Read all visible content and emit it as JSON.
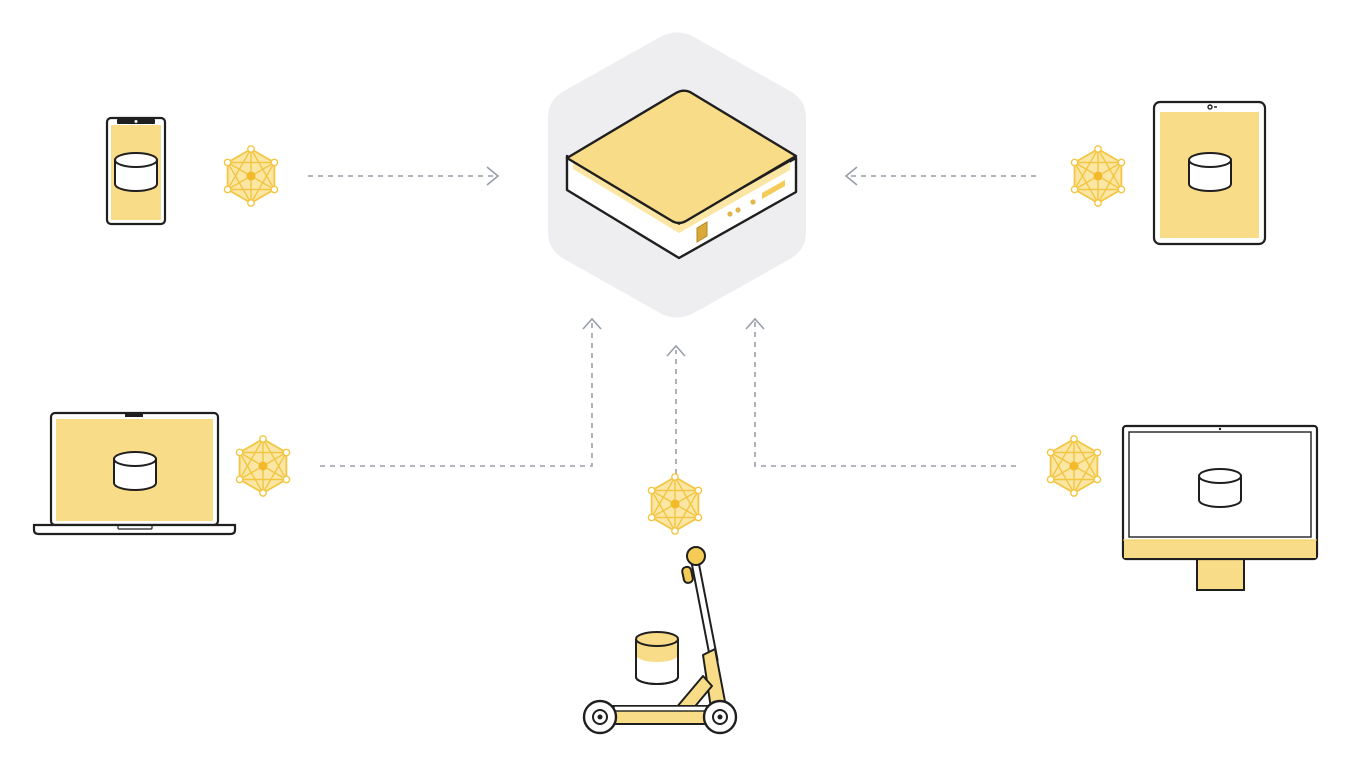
{
  "diagram": {
    "nodes": [
      {
        "id": "hub",
        "kind": "edge-server"
      },
      {
        "id": "phone",
        "kind": "smartphone"
      },
      {
        "id": "tablet",
        "kind": "tablet"
      },
      {
        "id": "laptop",
        "kind": "laptop"
      },
      {
        "id": "desktop",
        "kind": "desktop-monitor"
      },
      {
        "id": "scooter",
        "kind": "e-scooter"
      }
    ],
    "edges": [
      {
        "from": "phone",
        "to": "hub",
        "style": "dashed-arrow"
      },
      {
        "from": "tablet",
        "to": "hub",
        "style": "dashed-arrow"
      },
      {
        "from": "laptop",
        "to": "hub",
        "style": "dashed-arrow"
      },
      {
        "from": "scooter",
        "to": "hub",
        "style": "dashed-arrow"
      },
      {
        "from": "desktop",
        "to": "hub",
        "style": "dashed-arrow"
      }
    ],
    "icons": {
      "sync": "mesh-network-icon",
      "database": "database-cylinder-icon"
    }
  },
  "colors": {
    "accent": "#F7CD5A",
    "accent_fill": "#F9DC87",
    "outline": "#1F1F1F",
    "connector": "#9A9EAA",
    "hub_background": "#EEEEF0",
    "background": "#FFFFFF"
  }
}
